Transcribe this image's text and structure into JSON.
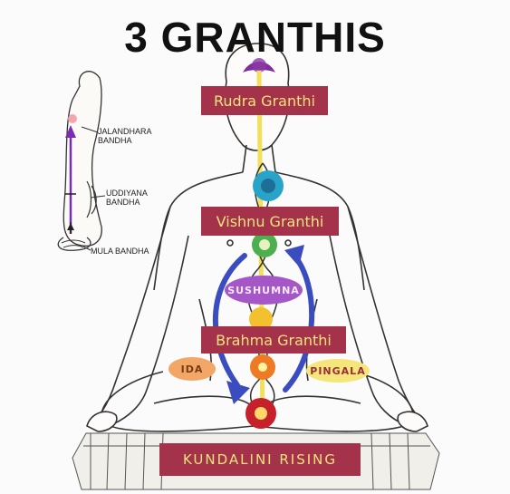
{
  "title": "3 GRANTHIS",
  "granthis": {
    "rudra": "Rudra Granthi",
    "vishnu": "Vishnu Granthi",
    "brahma": "Brahma Granthi"
  },
  "nadis": {
    "sushumna": "SUSHUMNA",
    "ida": "IDA",
    "pingala": "PINGALA"
  },
  "footer": "KUNDALINI RISING",
  "bandhas": {
    "jalandhara_line1": "JALANDHARA",
    "jalandhara_line2": "BANDHA",
    "uddiyana_line1": "UDDIYANA",
    "uddiyana_line2": "BANDHA",
    "mula": "MULA BANDHA"
  },
  "colors": {
    "banner_bg": "#a3324a",
    "banner_text": "#f4e37b",
    "sushumna": "#a557c8",
    "ida": "#f2a766",
    "pingala": "#f4e67a",
    "flow_arrows": "#3b4cc0",
    "spine_line": "#f3e05a"
  }
}
